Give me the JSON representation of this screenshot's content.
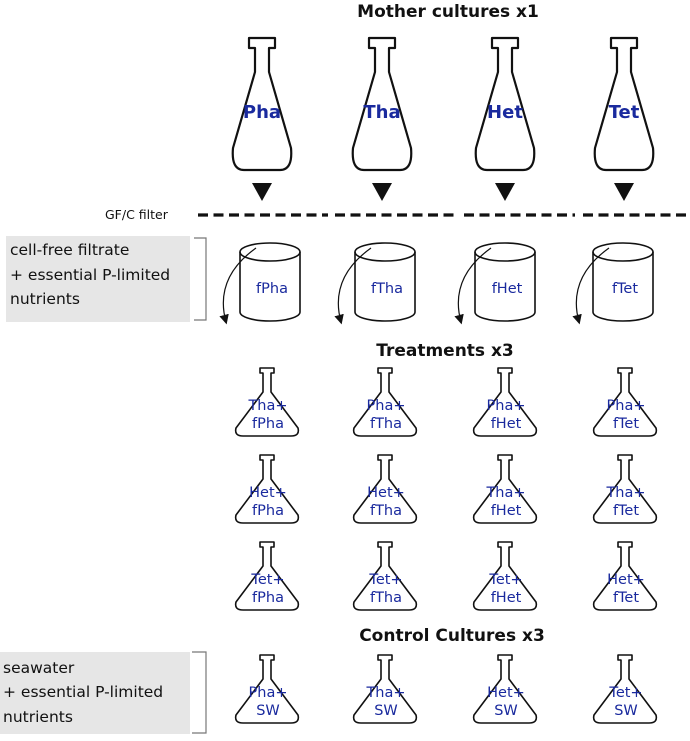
{
  "headings": {
    "mother": "Mother cultures x1",
    "treatments": "Treatments x3",
    "controls": "Control Cultures x3"
  },
  "filter_label": "GF/C filter",
  "side_notes": {
    "filtrate": [
      "cell-free filtrate",
      "+ essential P-limited",
      "nutrients"
    ],
    "seawater": [
      "seawater",
      "+ essential P-limited",
      "nutrients"
    ]
  },
  "mother_cultures": [
    "Pha",
    "Tha",
    "Het",
    "Tet"
  ],
  "filtrates": [
    "fPha",
    "fTha",
    "fHet",
    "fTet"
  ],
  "treatments": [
    [
      [
        "Tha+",
        "fPha"
      ],
      [
        "Pha+",
        "fTha"
      ],
      [
        "Pha+",
        "fHet"
      ],
      [
        "Pha+",
        "fTet"
      ]
    ],
    [
      [
        "Het+",
        "fPha"
      ],
      [
        "Het+",
        "fTha"
      ],
      [
        "Tha+",
        "fHet"
      ],
      [
        "Tha+",
        "fTet"
      ]
    ],
    [
      [
        "Tet+",
        "fPha"
      ],
      [
        "Tet+",
        "fTha"
      ],
      [
        "Tet+",
        "fHet"
      ],
      [
        "Het+",
        "fTet"
      ]
    ]
  ],
  "controls": [
    [
      "Pha+",
      "SW"
    ],
    [
      "Tha+",
      "SW"
    ],
    [
      "Het+",
      "SW"
    ],
    [
      "Tet+",
      "SW"
    ]
  ],
  "colors": {
    "label_blue": "#1a2a9e",
    "note_box": "#e6e6e6",
    "outline": "#111111"
  }
}
